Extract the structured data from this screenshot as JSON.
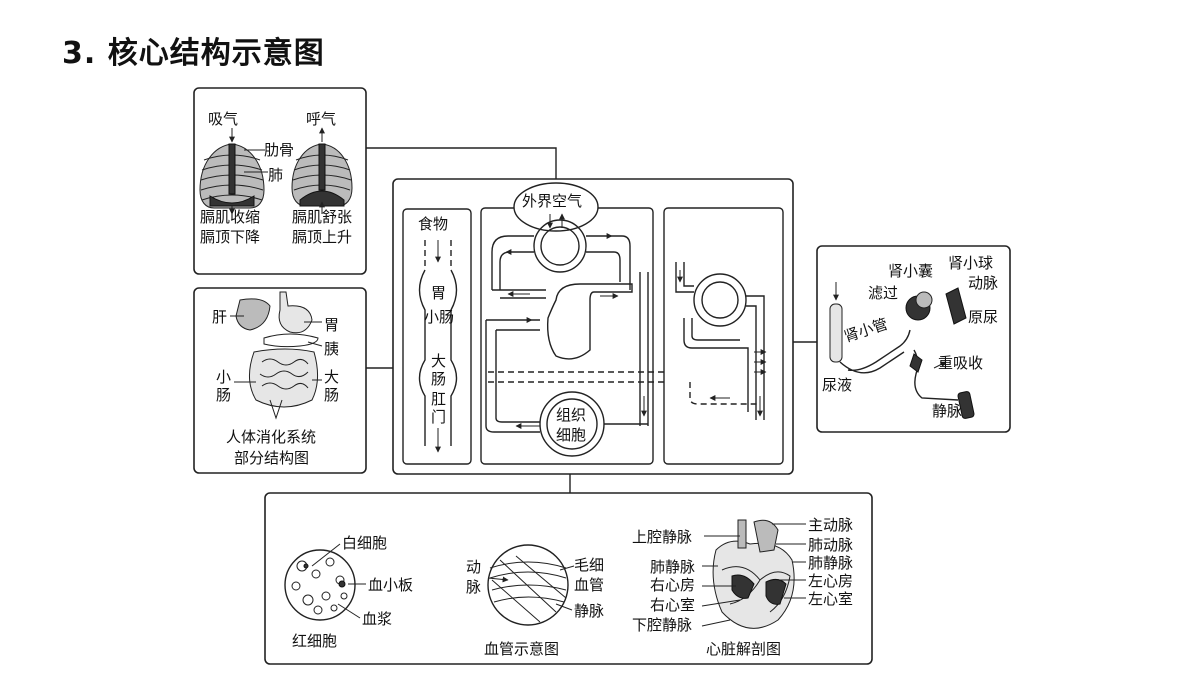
{
  "title": "3. 核心结构示意图",
  "respiration": {
    "inhale": "吸气",
    "exhale": "呼气",
    "rib": "肋骨",
    "lung": "肺",
    "inhale_d1": "膈肌收缩",
    "inhale_d2": "膈顶下降",
    "exhale_d1": "膈肌舒张",
    "exhale_d2": "膈顶上升"
  },
  "digestion": {
    "liver": "肝",
    "stomach": "胃",
    "pancreas": "胰",
    "small_int_1": "小",
    "small_int_2": "肠",
    "large_int_1": "大",
    "large_int_2": "肠",
    "caption_1": "人体消化系统",
    "caption_2": "部分结构图"
  },
  "tract": {
    "food": "食物",
    "stomach": "胃",
    "small_int": "小肠",
    "large_int_1": "大",
    "large_int_2": "肠",
    "anus_1": "肛",
    "anus_2": "门"
  },
  "circulation": {
    "air": "外界空气",
    "tissue_1": "组织",
    "tissue_2": "细胞"
  },
  "kidney": {
    "capsule": "肾小囊",
    "glomerulus": "肾小球",
    "filtration": "滤过",
    "artery": "动脉",
    "tubule": "肾小管",
    "primary_urine": "原尿",
    "reabsorption": "重吸收",
    "urine": "尿液",
    "vein": "静脉"
  },
  "blood": {
    "wbc": "白细胞",
    "platelet": "血小板",
    "plasma": "血浆",
    "rbc": "红细胞"
  },
  "vessels": {
    "artery_1": "动",
    "artery_2": "脉",
    "capillary_1": "毛细",
    "capillary_2": "血管",
    "vein": "静脉",
    "caption": "血管示意图"
  },
  "heart": {
    "svc": "上腔静脉",
    "aorta": "主动脉",
    "pulm_artery": "肺动脉",
    "pulm_vein_l": "肺静脉",
    "pulm_vein_r": "肺静脉",
    "right_atrium": "右心房",
    "left_atrium": "左心房",
    "right_ventricle": "右心室",
    "left_ventricle": "左心室",
    "ivc": "下腔静脉",
    "caption": "心脏解剖图"
  }
}
